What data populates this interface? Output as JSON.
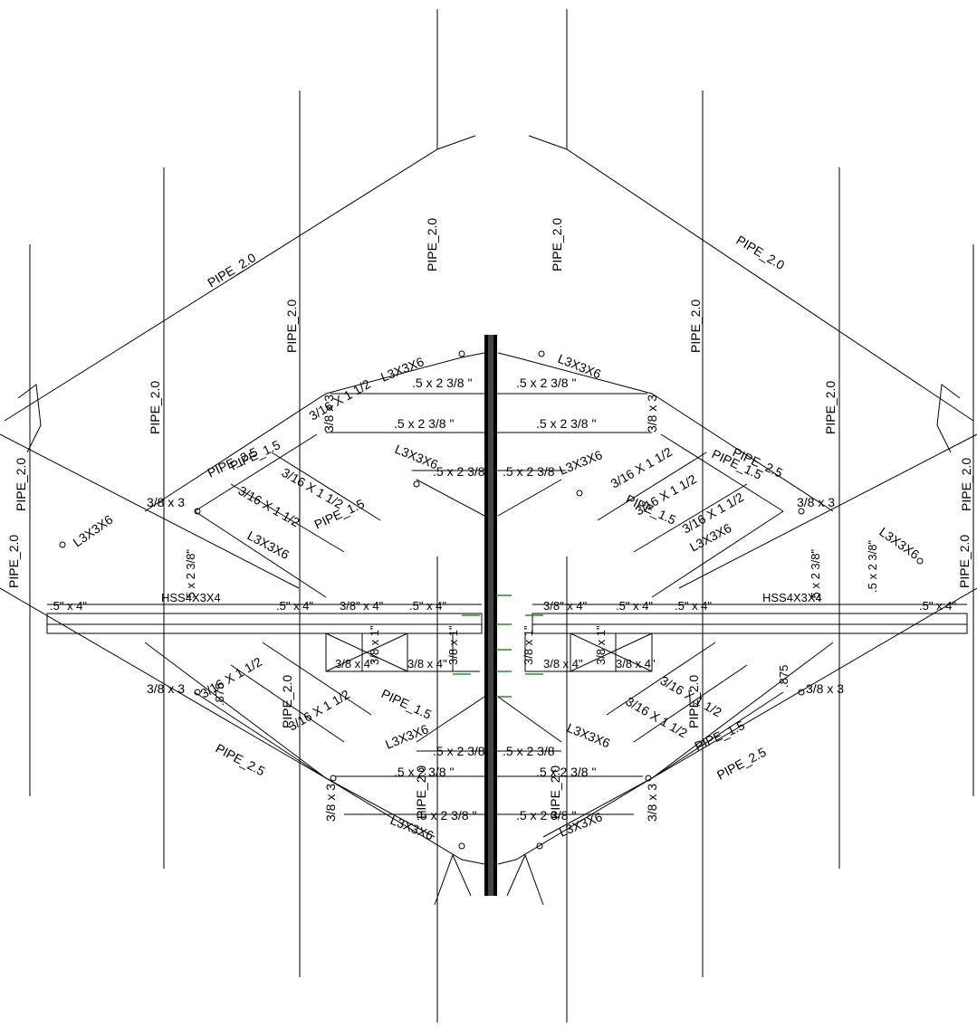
{
  "labels": {
    "pipe20": "PIPE_2.0",
    "pipe25": "PIPE_2.5",
    "pipe15": "PIPE_1.5",
    "l3x3x6": "L3X3X6",
    "plate_5x238": ".5 x 2 3/8 \"",
    "plate_5x238b": ".5 x 2 3/8",
    "plate_38x3": "3/8 x 3",
    "angle_316": "3/16 X 1 1/2",
    "plate_58x4": ".5\" x 4\"",
    "plate_38x4": "3/8\" x 4\"",
    "plate_38x1": "3/8 x 1\"",
    "plate_38x4b": "3/8 x 4\"",
    "hss": "HSS4X3X4",
    "plate_875": ".875",
    "plate_5x238c": ".5 x 2 3/8\"",
    "bolt": "3/8\" x 4\"",
    "column_tag": "3/8\" x 4\""
  },
  "colors": {
    "line": "#000000",
    "support": "#2e8b2e",
    "background": "#ffffff"
  }
}
